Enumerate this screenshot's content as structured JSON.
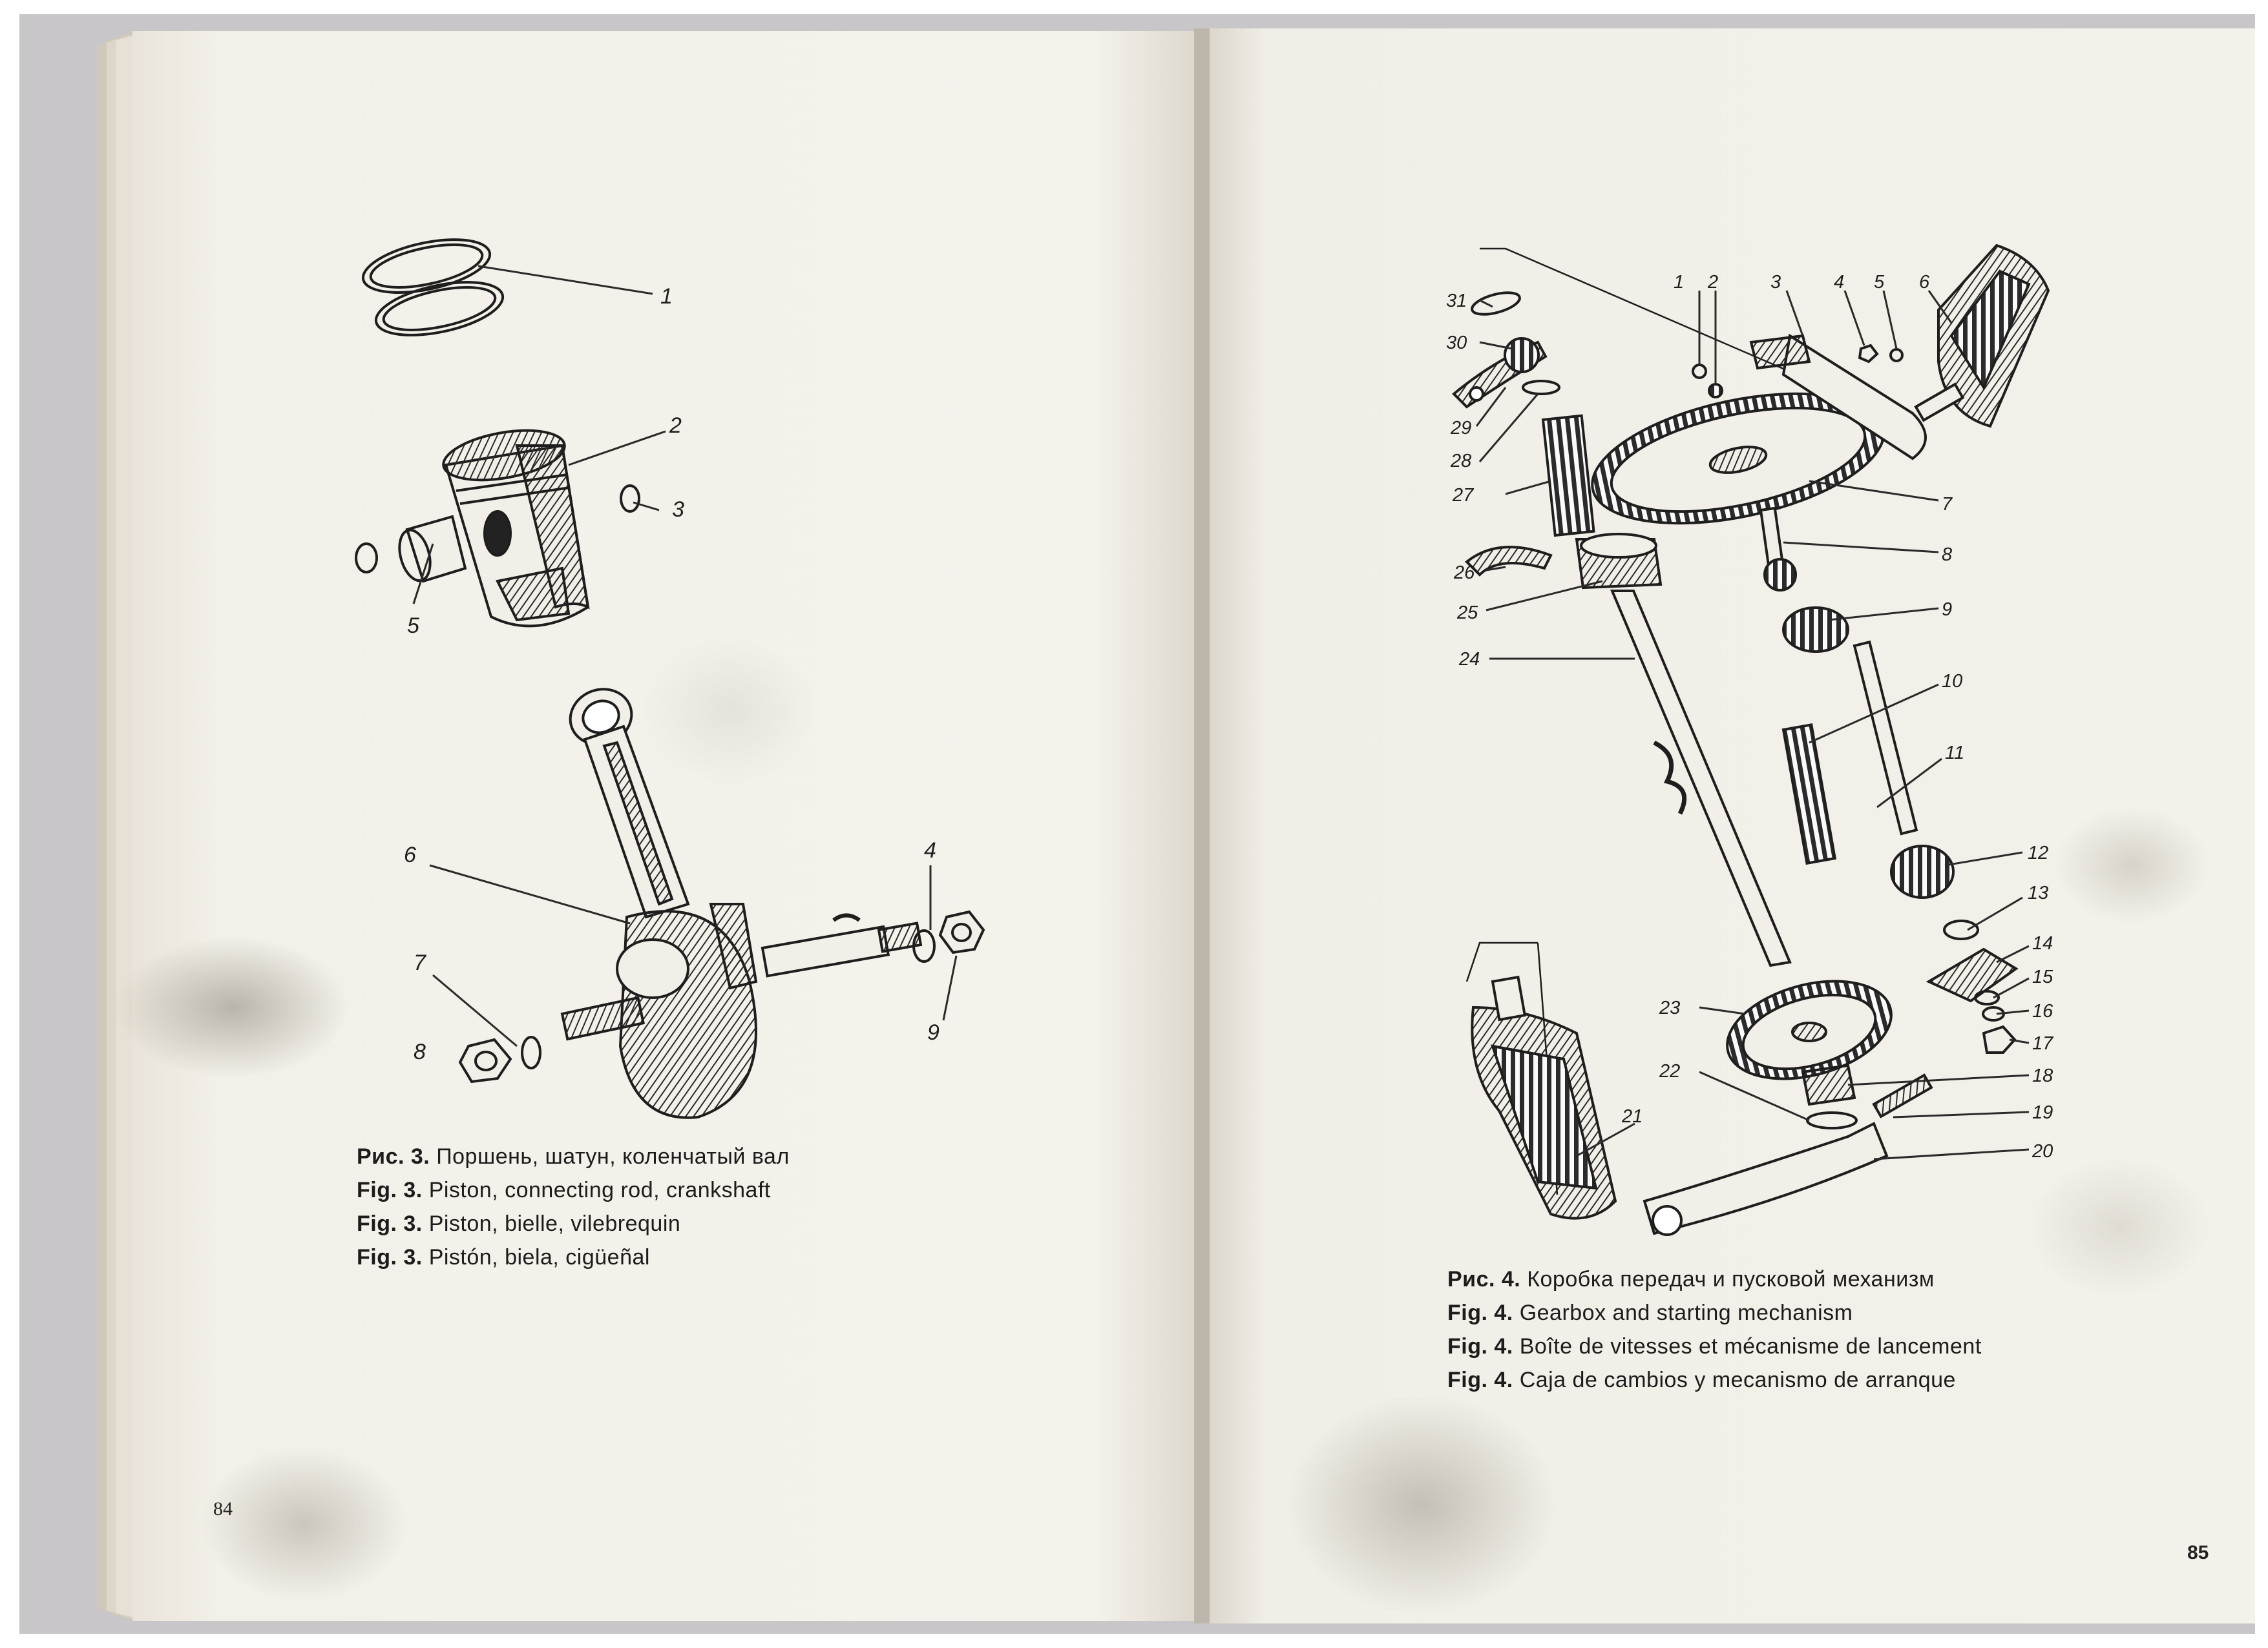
{
  "left_page": {
    "page_number": "84",
    "callouts": [
      "1",
      "2",
      "3",
      "4",
      "5",
      "6",
      "7",
      "8",
      "9"
    ],
    "caption": [
      {
        "lead": "Рис. 3.",
        "text": "Поршень, шатун, коленчатый вал"
      },
      {
        "lead": "Fig. 3.",
        "text": "Piston, connecting rod, crankshaft"
      },
      {
        "lead": "Fig. 3.",
        "text": "Piston, bielle, vilebrequin"
      },
      {
        "lead": "Fig. 3.",
        "text": "Pistón, biela, cigüeñal"
      }
    ]
  },
  "right_page": {
    "page_number": "85",
    "callouts": [
      "1",
      "2",
      "3",
      "4",
      "5",
      "6",
      "7",
      "8",
      "9",
      "10",
      "11",
      "12",
      "13",
      "14",
      "15",
      "16",
      "17",
      "18",
      "19",
      "20",
      "21",
      "22",
      "23",
      "24",
      "25",
      "26",
      "27",
      "28",
      "29",
      "30",
      "31"
    ],
    "caption": [
      {
        "lead": "Рис. 4.",
        "text": "Коробка передач и пусковой механизм"
      },
      {
        "lead": "Fig. 4.",
        "text": "Gearbox and starting mechanism"
      },
      {
        "lead": "Fig. 4.",
        "text": "Boîte de vitesses et mécanisme de lancement"
      },
      {
        "lead": "Fig. 4.",
        "text": "Caja de cambios y mecanismo de arranque"
      }
    ]
  }
}
